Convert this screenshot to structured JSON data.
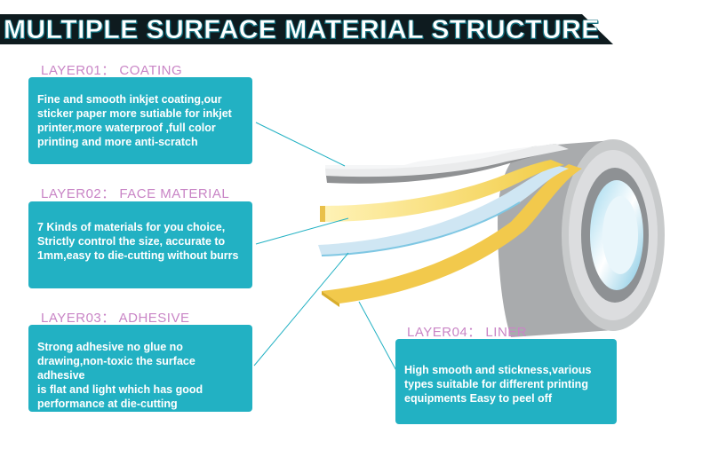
{
  "title": "MULTIPLE SURFACE MATERIAL STRUCTURE",
  "colors": {
    "accent": "#22b1c3",
    "heading": "#c985c6",
    "title_bg": "#0e1b1f",
    "coating": "#8f9193",
    "face_material": "#f5d35a",
    "adhesive": "#cfe6f3",
    "liner": "#f5d35a"
  },
  "layers": [
    {
      "heading": "LAYER01： COATING",
      "text": "Fine and smooth inkjet coating,our\nsticker paper more sutiable for inkjet\nprinter,more waterproof ,full color\nprinting and more anti-scratch"
    },
    {
      "heading": "LAYER02： FACE MATERIAL",
      "text": "7 Kinds of materials for you choice,\nStrictly control the size, accurate to\n1mm,easy to die-cutting without burrs"
    },
    {
      "heading": "LAYER03： ADHESIVE",
      "text": "Strong adhesive no glue no\ndrawing,non-toxic the surface adhesive\nis flat and light which has good\nperformance at die-cutting"
    },
    {
      "heading": "LAYER04： LINER",
      "text": "High smooth and stickness,various\ntypes suitable for different printing\nequipments Easy to peel off"
    }
  ]
}
